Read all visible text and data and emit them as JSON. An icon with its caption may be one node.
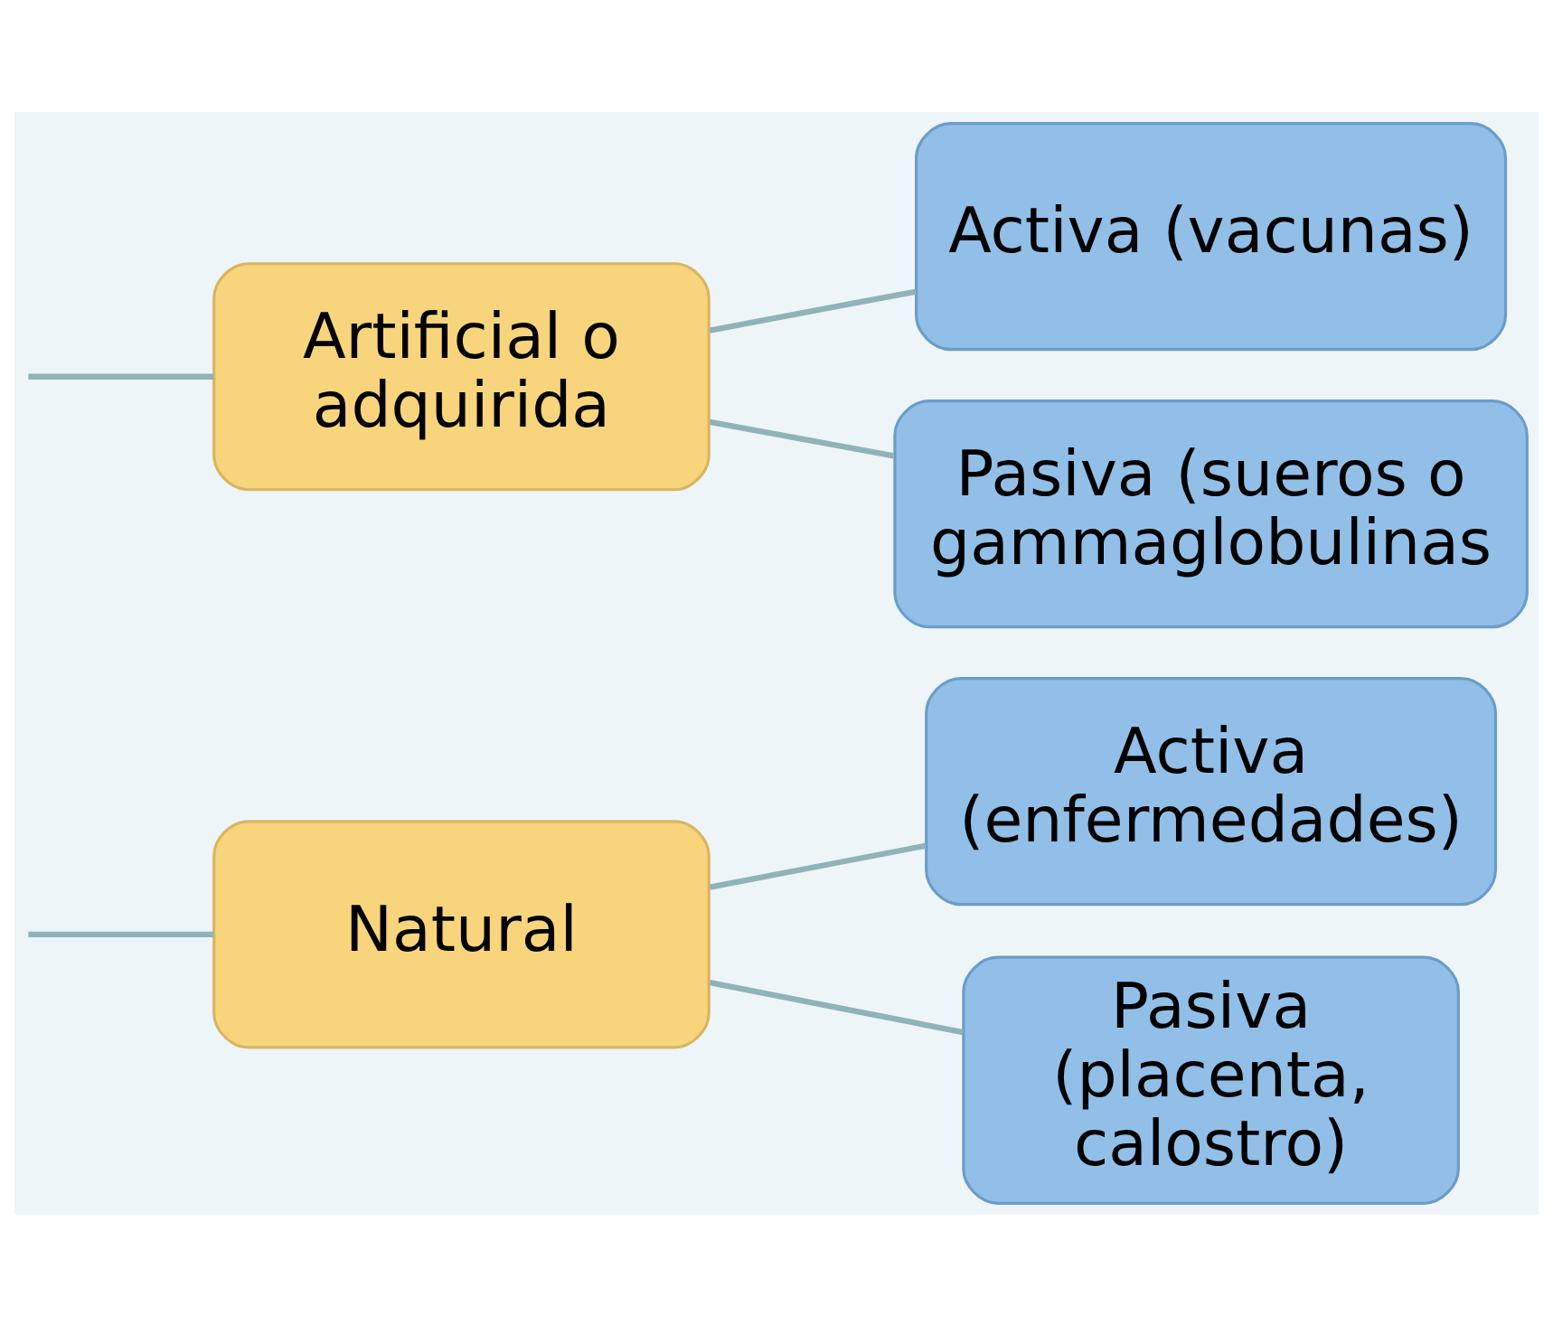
{
  "diagram": {
    "nodes": [
      {
        "text": [
          "Natural"
        ]
      },
      {
        "text": [
          "Artificial o adquirida"
        ]
      },
      {
        "text": [
          "Activa (enfermedades)"
        ]
      },
      {
        "text": [
          "Pasiva (placenta, calostro)"
        ]
      },
      {
        "text": [
          "Activa (vacunas)"
        ]
      },
      {
        "text": [
          "Pasiva (sueros o gammaglobulinas"
        ]
      }
    ],
    "edges": [
      {
        "from": null,
        "to": 0,
        "arrow": "none"
      },
      {
        "from": null,
        "to": 1,
        "arrow": "none"
      },
      {
        "from": 0,
        "to": 2,
        "arrow": "none"
      },
      {
        "from": 0,
        "to": 3,
        "arrow": "none"
      },
      {
        "from": 1,
        "to": 4,
        "arrow": "none"
      },
      {
        "from": 1,
        "to": 5,
        "arrow": "none"
      }
    ]
  }
}
